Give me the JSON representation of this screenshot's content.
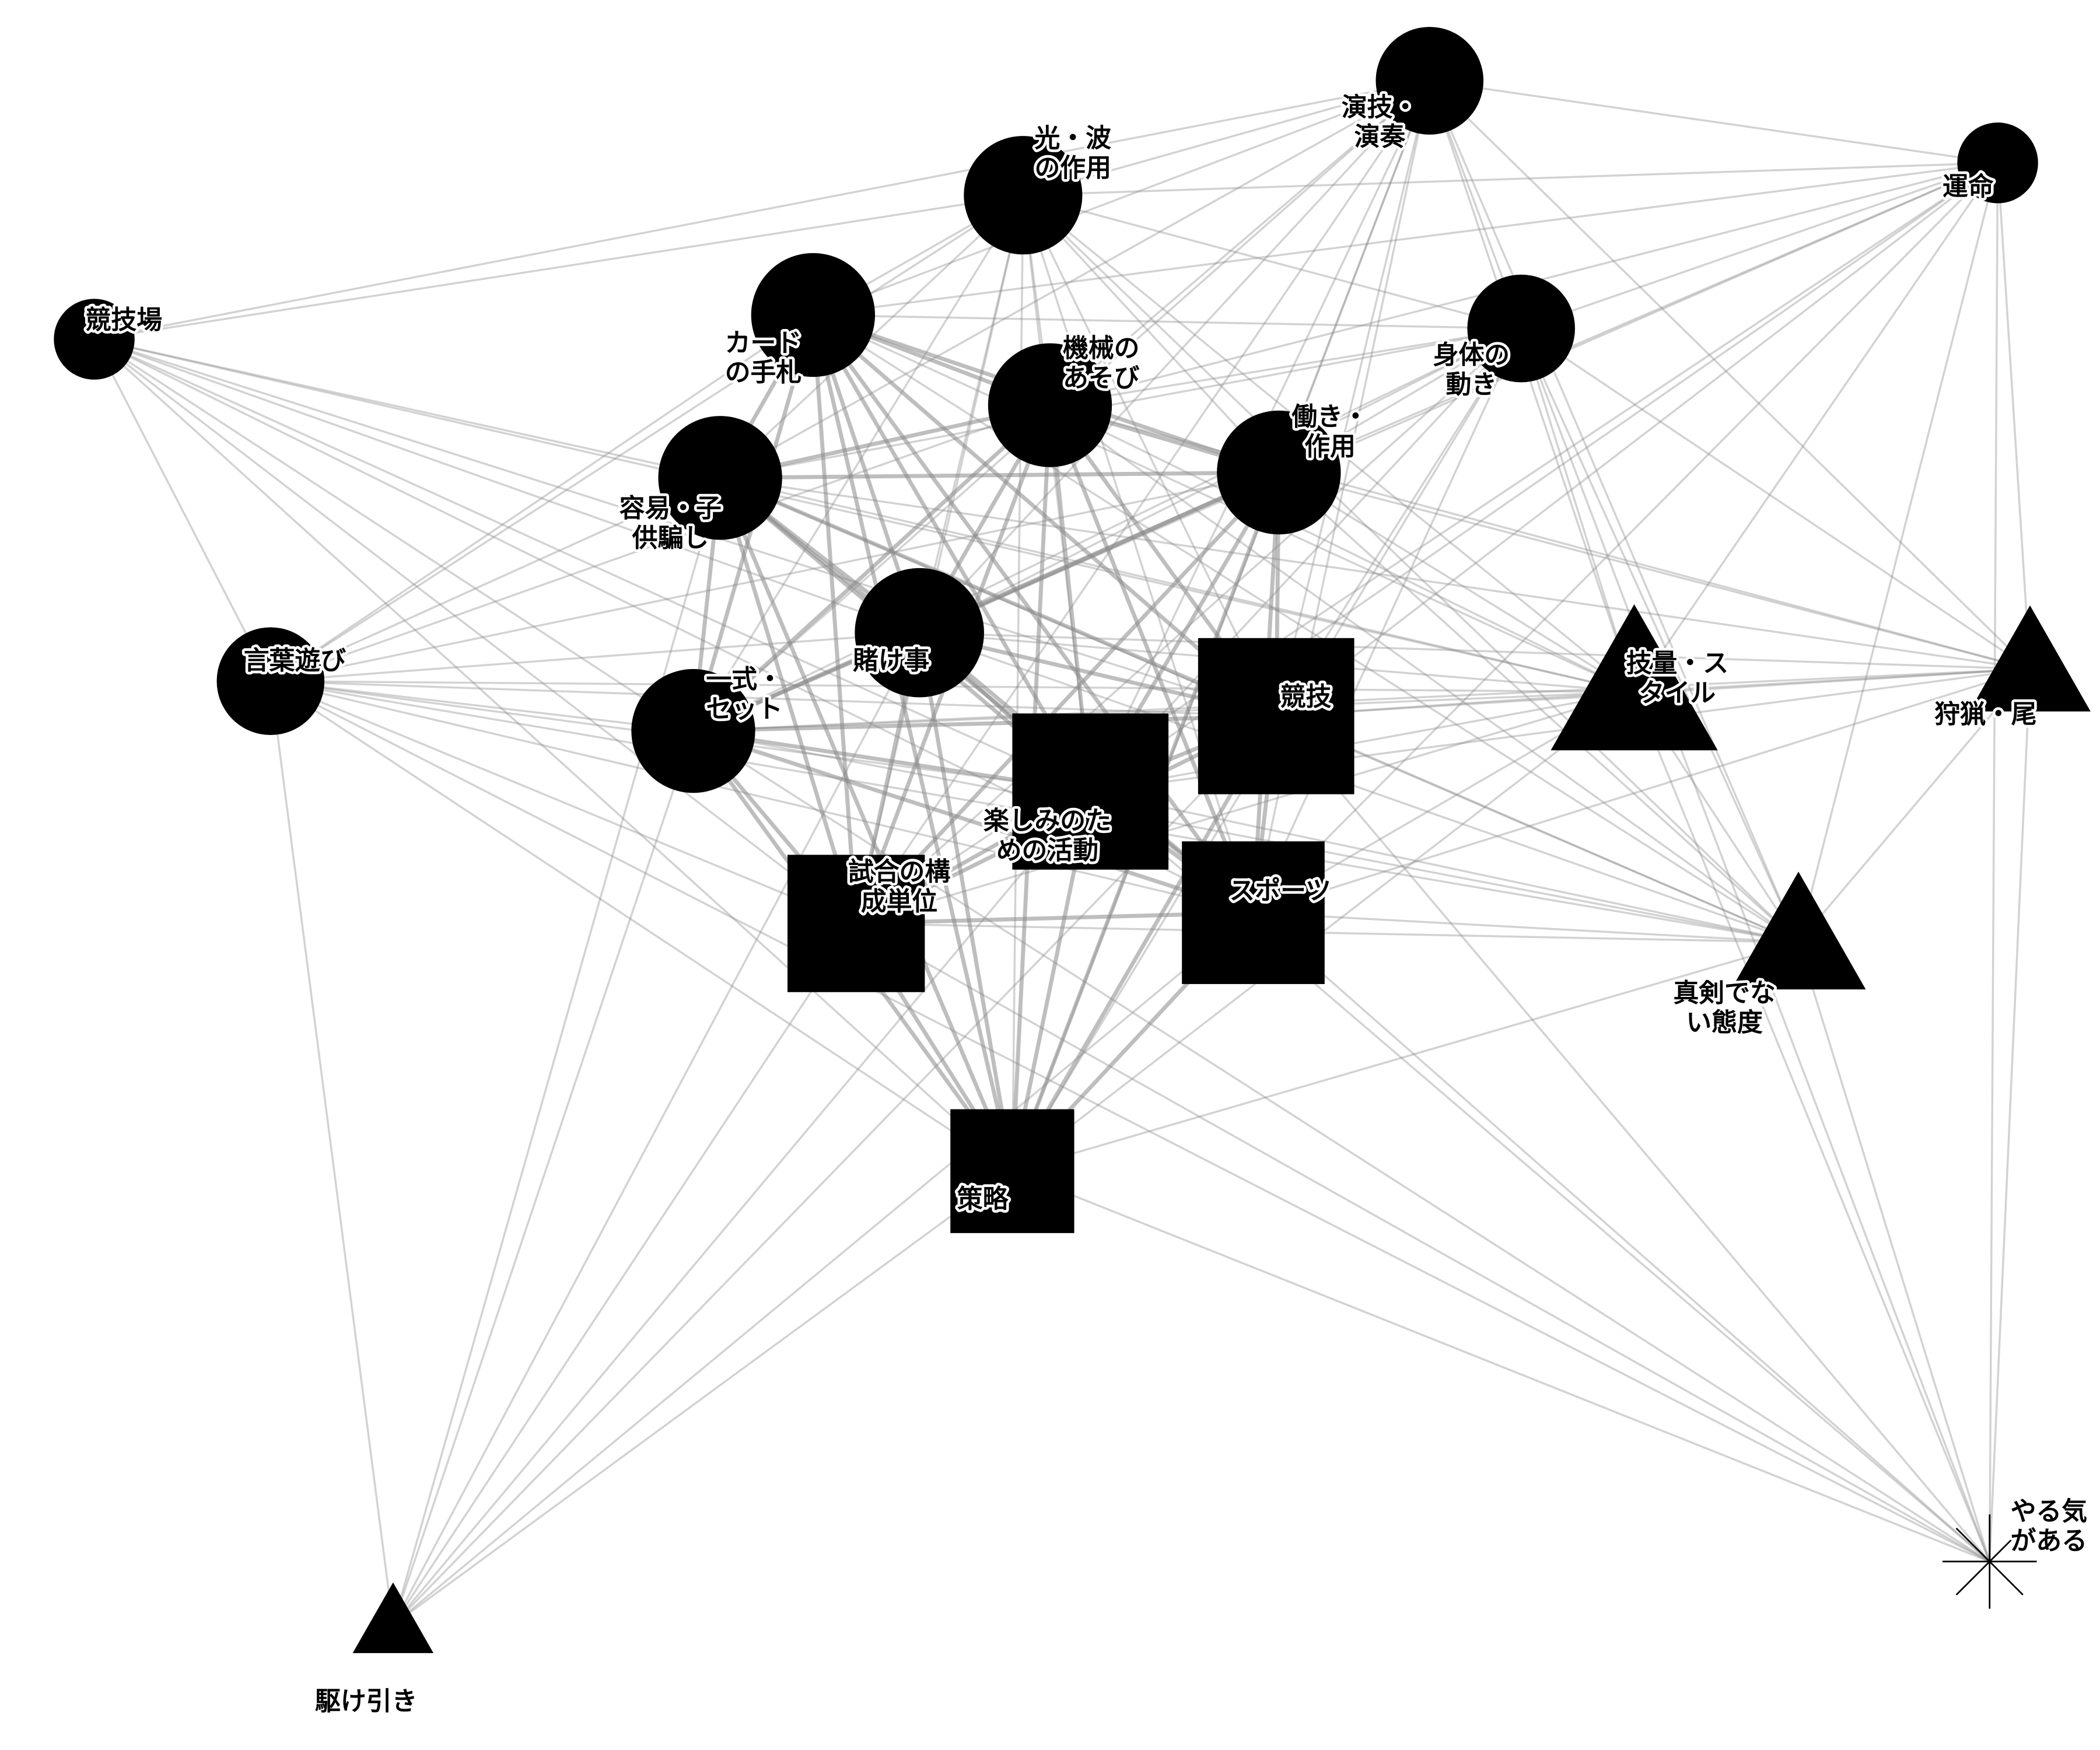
{
  "diagram": {
    "type": "network",
    "node_color": "#000000",
    "edge_color": "#888888",
    "nodes": [
      {
        "id": 0,
        "shape": "circle",
        "label": [
          "競技場"
        ]
      },
      {
        "id": 1,
        "shape": "circle",
        "label": [
          "光・波",
          "の作用"
        ]
      },
      {
        "id": 2,
        "shape": "circle",
        "label": [
          "演技・",
          "演奏"
        ]
      },
      {
        "id": 3,
        "shape": "circle",
        "label": [
          "運命"
        ]
      },
      {
        "id": 4,
        "shape": "circle",
        "label": [
          "カード",
          "の手札"
        ]
      },
      {
        "id": 5,
        "shape": "circle",
        "label": [
          "機械の",
          "あそび"
        ]
      },
      {
        "id": 6,
        "shape": "circle",
        "label": [
          "身体の",
          "動き"
        ]
      },
      {
        "id": 7,
        "shape": "circle",
        "label": [
          "働き・",
          "作用"
        ]
      },
      {
        "id": 8,
        "shape": "circle",
        "label": [
          "容易・子",
          "供騙し"
        ]
      },
      {
        "id": 9,
        "shape": "circle",
        "label": [
          "言葉遊び"
        ]
      },
      {
        "id": 10,
        "shape": "circle",
        "label": [
          "賭け事"
        ]
      },
      {
        "id": 11,
        "shape": "circle",
        "label": [
          "一式・",
          "セット"
        ]
      },
      {
        "id": 12,
        "shape": "square",
        "label": [
          "競技"
        ]
      },
      {
        "id": 13,
        "shape": "square",
        "label": [
          "楽しみのた",
          "めの活動"
        ]
      },
      {
        "id": 14,
        "shape": "square",
        "label": [
          "試合の構",
          "成単位"
        ]
      },
      {
        "id": 15,
        "shape": "square",
        "label": [
          "スポーツ"
        ]
      },
      {
        "id": 16,
        "shape": "square",
        "label": [
          "策略"
        ]
      },
      {
        "id": 17,
        "shape": "triangle",
        "label": [
          "技量・ス",
          "タイル"
        ]
      },
      {
        "id": 18,
        "shape": "triangle",
        "label": [
          "狩猟・尾"
        ]
      },
      {
        "id": 19,
        "shape": "triangle",
        "label": [
          "真剣でな",
          "い態度"
        ]
      },
      {
        "id": 20,
        "shape": "triangle",
        "label": [
          "駆け引き"
        ]
      },
      {
        "id": 21,
        "shape": "asterisk",
        "label": [
          "やる気",
          "がある"
        ]
      }
    ],
    "core": [
      1,
      2,
      4,
      5,
      6,
      7,
      8,
      10,
      11,
      12,
      13,
      14,
      15,
      16,
      17,
      19
    ],
    "strong": [
      4,
      5,
      7,
      8,
      10,
      11,
      12,
      13,
      14,
      15,
      16
    ],
    "links": {
      "0": [
        1,
        2,
        8,
        9,
        10,
        11,
        12,
        13,
        14,
        15,
        16,
        17
      ],
      "3": [
        1,
        2,
        4,
        5,
        6,
        7,
        10,
        12,
        13,
        14,
        15,
        17,
        18,
        19,
        21
      ],
      "9": [
        0,
        1,
        4,
        5,
        7,
        8,
        10,
        11,
        12,
        13,
        14,
        15,
        16,
        17,
        19,
        21
      ],
      "18": [
        2,
        3,
        5,
        6,
        7,
        8,
        10,
        11,
        12,
        13,
        15,
        17,
        19,
        21
      ],
      "20": [
        8,
        9,
        10,
        11,
        12,
        13,
        14,
        15,
        16
      ],
      "21": [
        3,
        6,
        9,
        11,
        12,
        13,
        14,
        15,
        16,
        17,
        18,
        19
      ]
    }
  }
}
